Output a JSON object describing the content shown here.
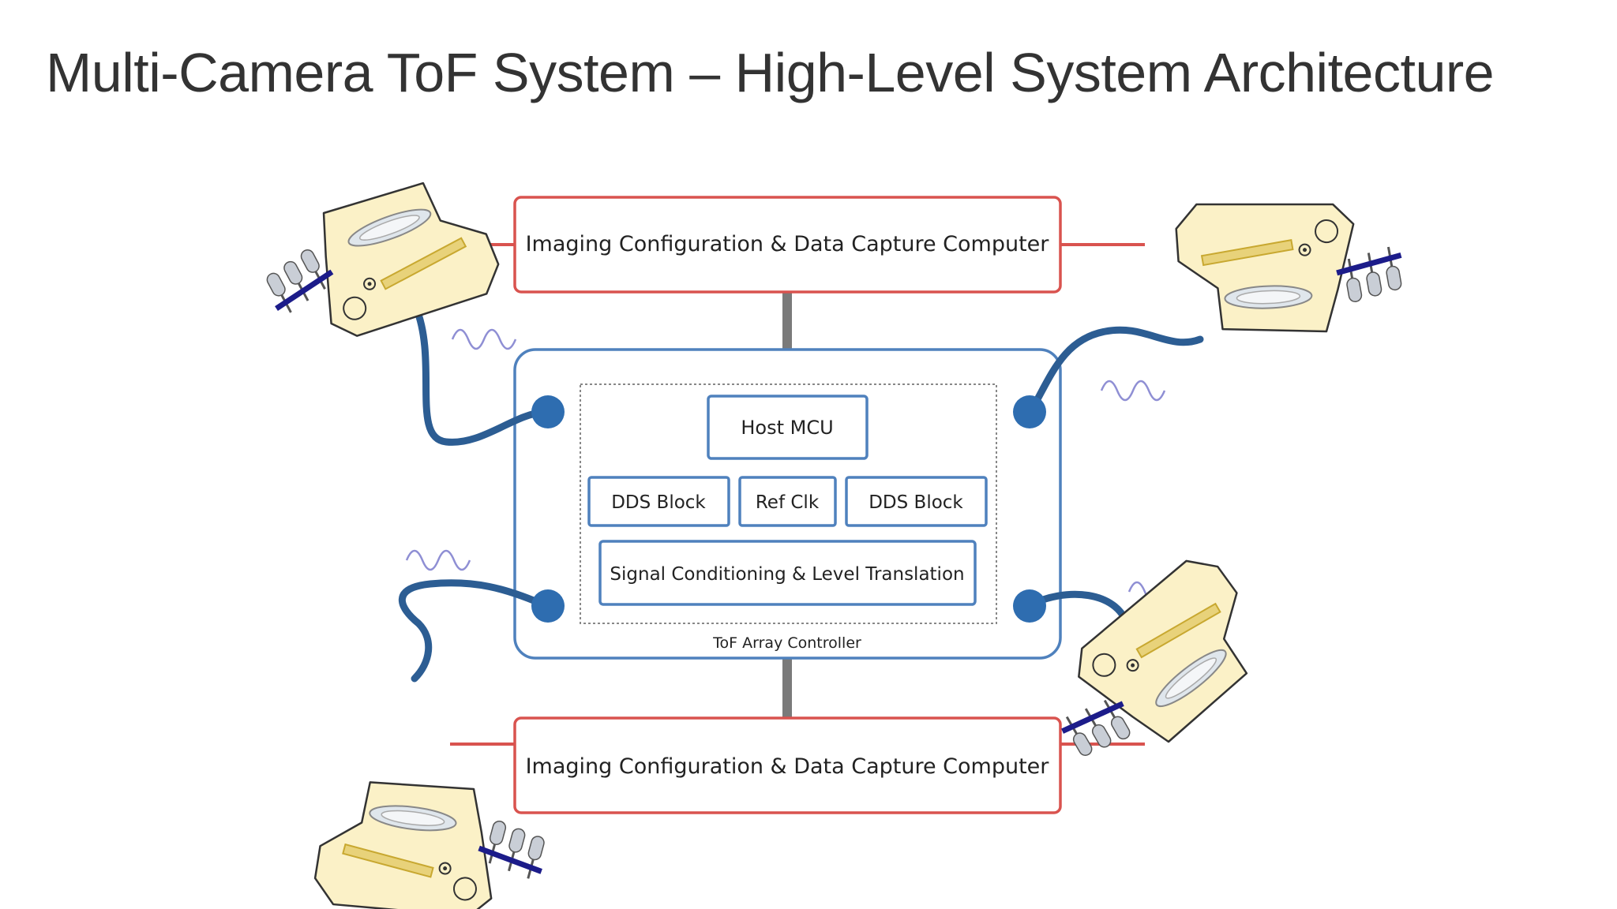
{
  "slide_title": "Multi-Camera ToF System – High-Level System Architecture",
  "colors": {
    "computer_border": "#d9534f",
    "controller_border": "#4f81bd",
    "cable": "#2c5d93",
    "camera_body": "#fbf1c7",
    "pcb_highlight": "#c8a830",
    "emitter_bar": "#1c1c8a",
    "wave": "#8f8fd4"
  },
  "diagram": {
    "top_computer": "Imaging Configuration & Data Capture Computer",
    "bottom_computer": "Imaging Configuration & Data Capture Computer",
    "controller": {
      "label": "ToF Array Controller",
      "host_mcu": "Host MCU",
      "dds_left": "DDS Block",
      "ref_clk": "Ref Clk",
      "dds_right": "DDS Block",
      "signal": "Signal Conditioning & Level Translation"
    }
  }
}
